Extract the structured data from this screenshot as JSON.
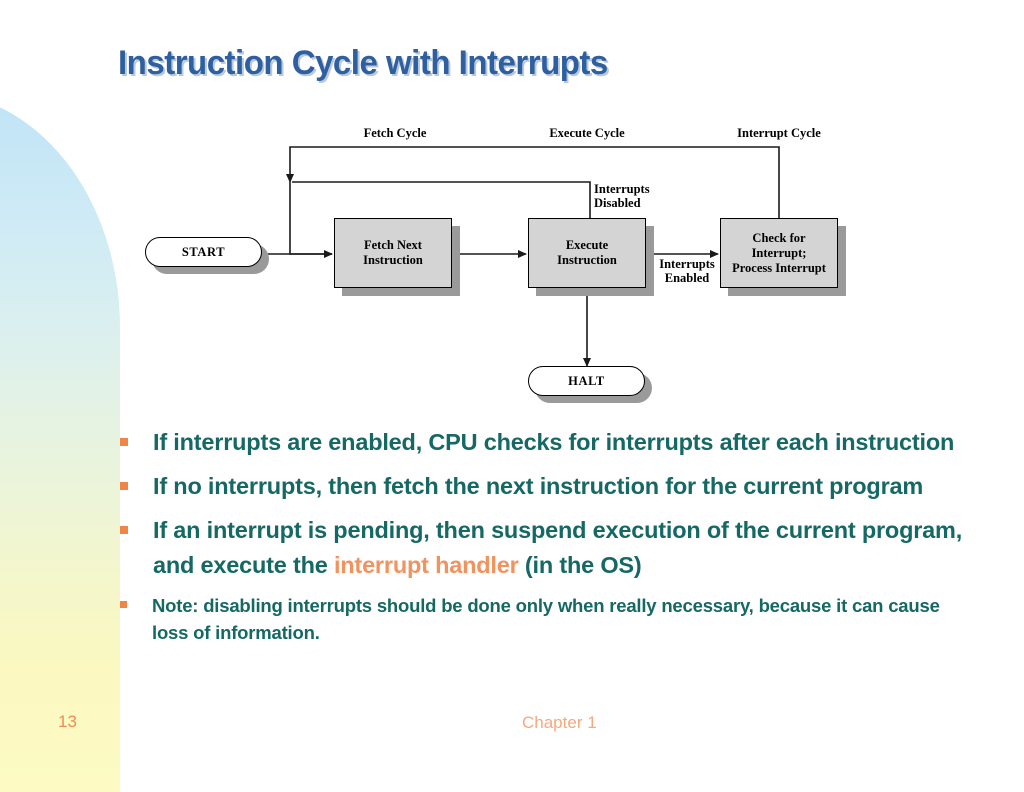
{
  "slide": {
    "title": "Instruction Cycle with Interrupts",
    "page_number": "13",
    "footer": "Chapter 1",
    "colors": {
      "title": "#2e5f9e",
      "bullet_text": "#156863",
      "bullet_marker": "#f0854a",
      "highlight": "#f2925f",
      "page_number": "#ef8c54",
      "footer": "#f5a97e",
      "node_fill": "#d4d4d4",
      "node_shadow": "#9a9a9a"
    }
  },
  "diagram": {
    "phase_labels": [
      {
        "text": "Fetch Cycle"
      },
      {
        "text": "Execute Cycle"
      },
      {
        "text": "Interrupt Cycle"
      }
    ],
    "edge_labels": [
      {
        "line1": "Interrupts",
        "line2": "Disabled"
      },
      {
        "line1": "Interrupts",
        "line2": "Enabled"
      }
    ],
    "nodes": [
      {
        "id": "start",
        "shape": "pill",
        "label": "START"
      },
      {
        "id": "fetch",
        "shape": "box",
        "line1": "Fetch Next",
        "line2": "Instruction"
      },
      {
        "id": "execute",
        "shape": "box",
        "line1": "Execute",
        "line2": "Instruction"
      },
      {
        "id": "interrupt",
        "shape": "box",
        "line1": "Check for",
        "line2": "Interrupt;",
        "line3": "Process Interrupt"
      },
      {
        "id": "halt",
        "shape": "pill",
        "label": "HALT"
      }
    ]
  },
  "bullets": [
    {
      "parts": [
        {
          "text": "If interrupts are enabled, CPU checks for interrupts after each instruction",
          "style": "normal"
        }
      ]
    },
    {
      "parts": [
        {
          "text": "If no interrupts, then fetch the next instruction for the current program",
          "style": "normal"
        }
      ]
    },
    {
      "parts": [
        {
          "text": "If an interrupt is pending, then suspend execution of the current program, and execute the ",
          "style": "normal"
        },
        {
          "text": "interrupt handler",
          "style": "highlight"
        },
        {
          "text": " (in the OS)",
          "style": "normal"
        }
      ]
    },
    {
      "note": true,
      "parts": [
        {
          "text": "Note: disabling interrupts should be done only when really necessary, because it can cause loss of information.",
          "style": "normal"
        }
      ]
    }
  ]
}
